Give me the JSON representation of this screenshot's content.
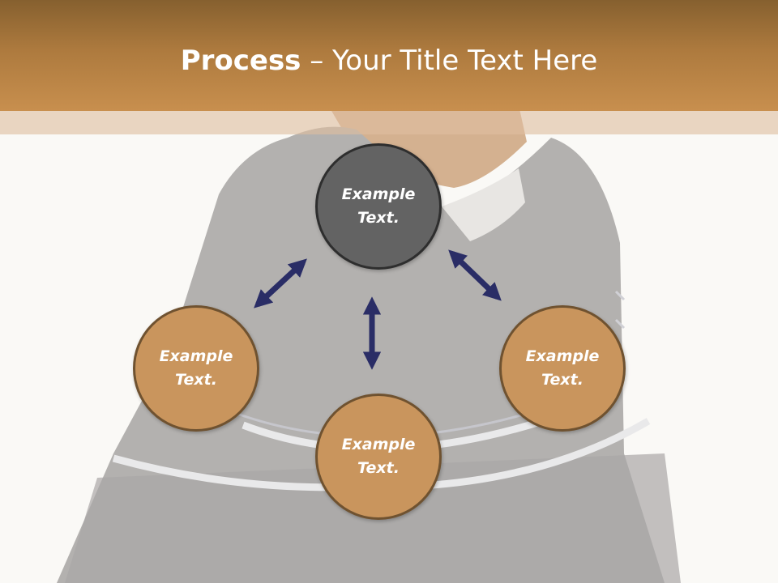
{
  "slide": {
    "title_bold": "Process",
    "title_rest": " – Your Title Text Here"
  },
  "nodes": {
    "top": {
      "line1": "Example",
      "line2": "Text."
    },
    "left": {
      "line1": "Example",
      "line2": "Text."
    },
    "bottom": {
      "line1": "Example",
      "line2": "Text."
    },
    "right": {
      "line1": "Example",
      "line2": "Text."
    }
  },
  "colors": {
    "header": "#c88f4e",
    "node_fill": "#c9955d",
    "node_center": "#636363",
    "arrow": "#2a2d66"
  }
}
